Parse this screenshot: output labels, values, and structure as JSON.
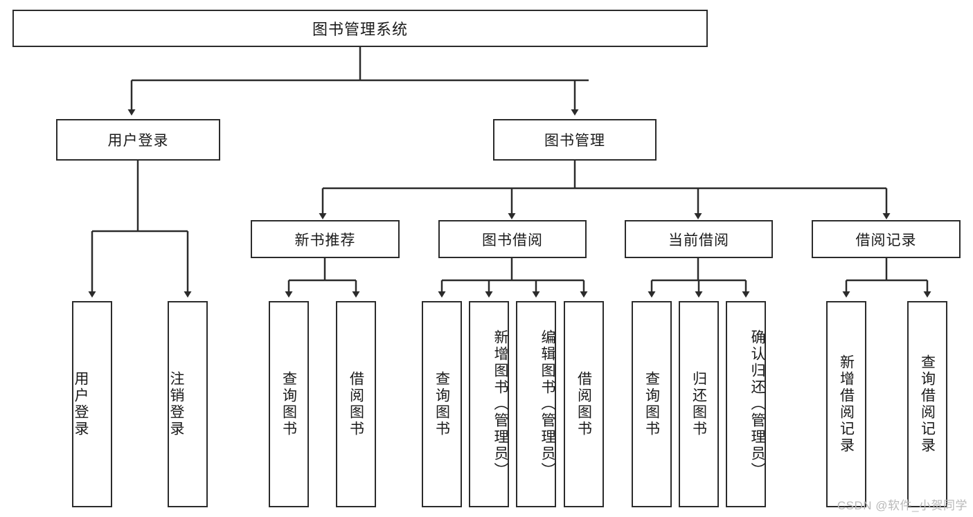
{
  "diagram": {
    "title": "图书管理系统",
    "type": "hierarchy-tree",
    "colors": {
      "background": "#ffffff",
      "node_border": "#2b2b2b",
      "node_fill": "#ffffff",
      "edge": "#2b2b2b",
      "text": "#1a1a1a",
      "watermark": "#b9b9b9"
    },
    "root": {
      "label": "图书管理系统"
    },
    "level2": [
      {
        "label": "用户登录"
      },
      {
        "label": "图书管理"
      }
    ],
    "level3": [
      {
        "label": "新书推荐"
      },
      {
        "label": "图书借阅"
      },
      {
        "label": "当前借阅"
      },
      {
        "label": "借阅记录"
      }
    ],
    "leaves": {
      "user_login": [
        {
          "label": "用户登录"
        },
        {
          "label": "注销登录"
        }
      ],
      "new_book_recommend": [
        {
          "label": "查询图书"
        },
        {
          "label": "借阅图书"
        }
      ],
      "book_borrow": [
        {
          "label": "查询图书"
        },
        {
          "label": "新增图书（管理员）"
        },
        {
          "label": "编辑图书（管理员）"
        },
        {
          "label": "借阅图书"
        }
      ],
      "current_borrow": [
        {
          "label": "查询图书"
        },
        {
          "label": "归还图书"
        },
        {
          "label": "确认归还（管理员）"
        }
      ],
      "borrow_record": [
        {
          "label": "新增借阅记录"
        },
        {
          "label": "查询借阅记录"
        }
      ]
    }
  },
  "watermark": {
    "text": "CSDN @软件_小贺同学"
  }
}
